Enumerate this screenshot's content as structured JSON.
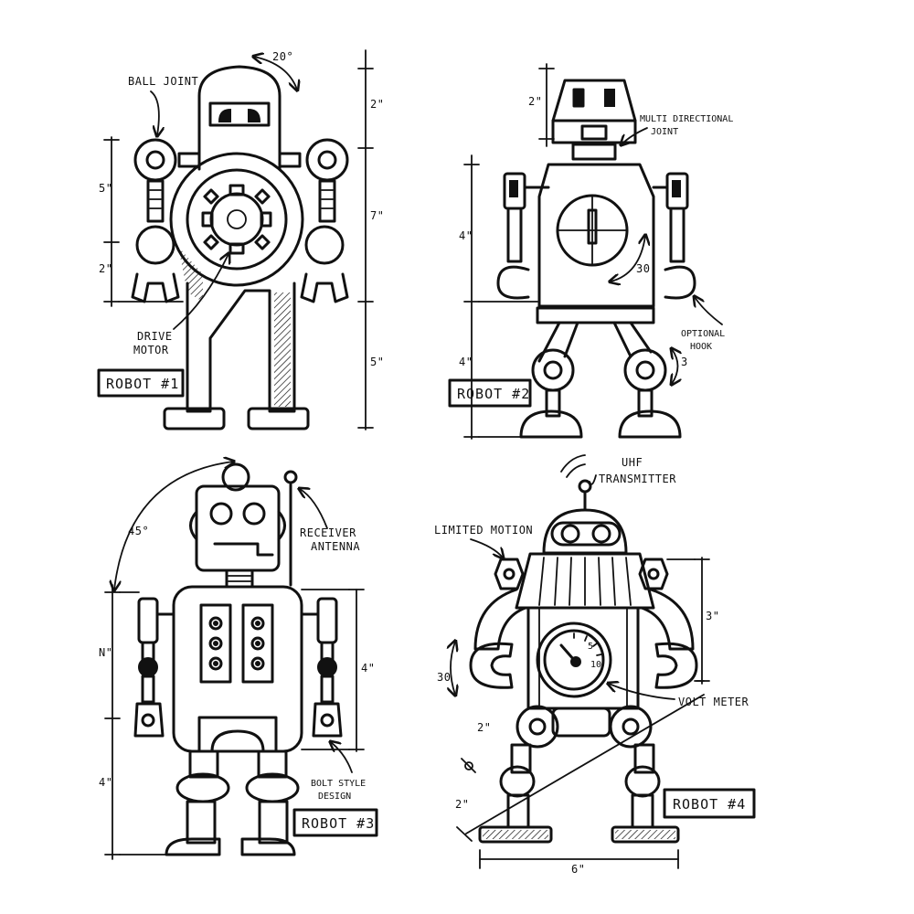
{
  "robot1": {
    "title": "ROBOT #1",
    "labels": {
      "ball_joint": "BALL JOINT",
      "drive_motor_1": "DRIVE",
      "drive_motor_2": "MOTOR"
    },
    "dims": {
      "angle": "20°",
      "head": "2\"",
      "body": "7\"",
      "legs": "5\"",
      "arm": "5\"",
      "claw": "2\""
    }
  },
  "robot2": {
    "title": "ROBOT #2",
    "labels": {
      "multi_joint_1": "MULTI DIRECTIONAL",
      "multi_joint_2": "JOINT",
      "hook_1": "OPTIONAL",
      "hook_2": "HOOK"
    },
    "dims": {
      "head": "2\"",
      "body": "4\"",
      "legs": "4\"",
      "rotation": "30",
      "wheel": "3"
    }
  },
  "robot3": {
    "title": "ROBOT #3",
    "labels": {
      "antenna_1": "RECEIVER",
      "antenna_2": "ANTENNA",
      "bolt_1": "BOLT STYLE",
      "bolt_2": "DESIGN"
    },
    "dims": {
      "angle": "45°",
      "arm": "N\"",
      "torso": "4\"",
      "legs": "4\""
    }
  },
  "robot4": {
    "title": "ROBOT #4",
    "labels": {
      "uhf_1": "UHF",
      "uhf_2": "TRANSMITTER",
      "limited_motion": "LIMITED MOTION",
      "voltmeter": "VOLT METER"
    },
    "dims": {
      "body": "3\"",
      "rotation": "30",
      "upper_leg": "2\"",
      "lower_leg": "2\"",
      "width": "6\""
    },
    "gauge": {
      "n5": "5",
      "n10": "10"
    }
  }
}
